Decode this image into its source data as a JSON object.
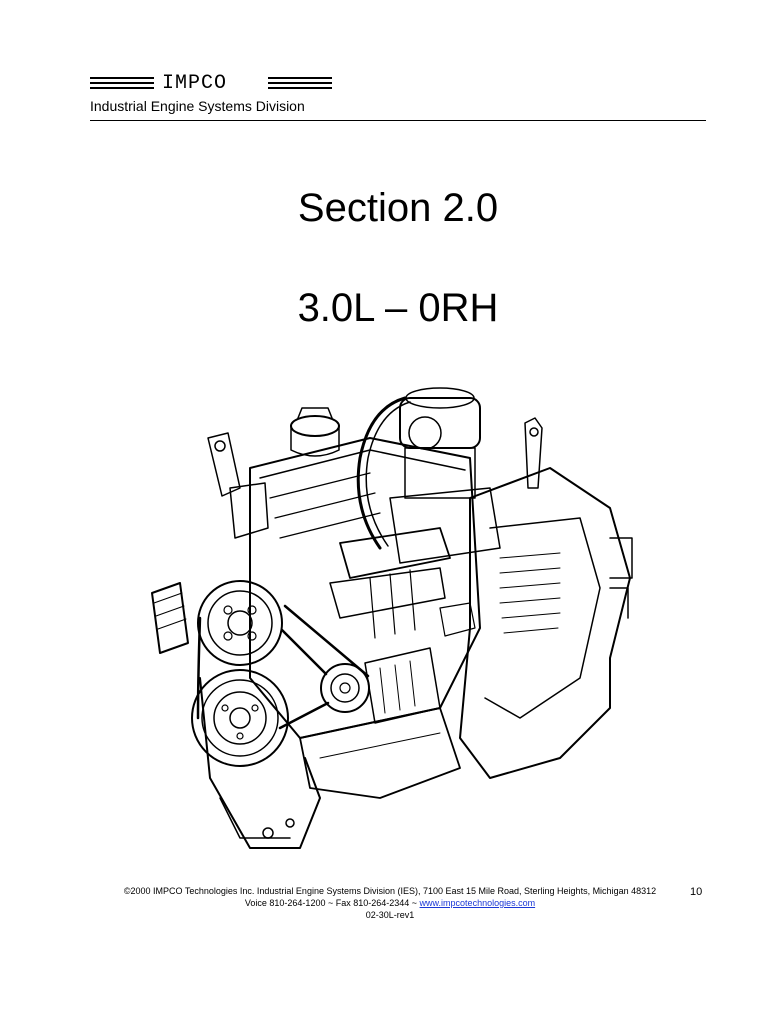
{
  "header": {
    "logo": "IMPCO",
    "division": "Industrial Engine Systems Division"
  },
  "title": {
    "section": "Section 2.0",
    "model": "3.0L – 0RH"
  },
  "illustration": {
    "icon": "engine-line-drawing"
  },
  "footer": {
    "line1": "©2000 IMPCO Technologies Inc. Industrial Engine Systems Division (IES), 7100 East 15 Mile Road, Sterling Heights, Michigan 48312",
    "voice_fax": "Voice 810-264-1200 ~ Fax 810-264-2344 ~",
    "url": "www.impcotechnologies.com",
    "doc_code": "02-30L-rev1",
    "page_number": "10"
  }
}
